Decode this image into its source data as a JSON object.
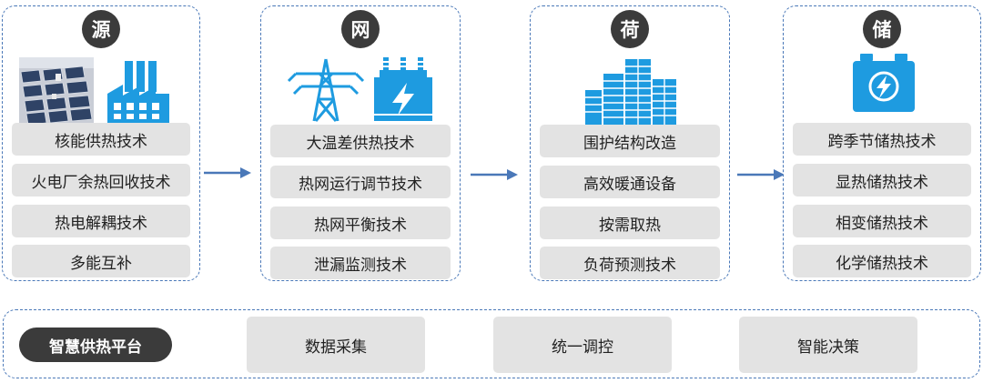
{
  "colors": {
    "accent_blue": "#4a78b8",
    "icon_blue": "#1e9be0",
    "badge_dark": "#3b3b3b",
    "box_gray": "#e3e3e3"
  },
  "stages": [
    {
      "badge": "源",
      "icons": [
        "solar-panel-field-icon",
        "factory-icon"
      ],
      "items": [
        "核能供热技术",
        "火电厂余热回收技术",
        "热电解耦技术",
        "多能互补"
      ]
    },
    {
      "badge": "网",
      "icons": [
        "power-tower-icon",
        "transformer-icon"
      ],
      "items": [
        "大温差供热技术",
        "热网运行调节技术",
        "热网平衡技术",
        "泄漏监测技术"
      ]
    },
    {
      "badge": "荷",
      "icons": [
        "city-buildings-icon"
      ],
      "items": [
        "围护结构改造",
        "高效暖通设备",
        "按需取热",
        "负荷预测技术"
      ]
    },
    {
      "badge": "储",
      "icons": [
        "battery-storage-icon"
      ],
      "items": [
        "跨季节储热技术",
        "显热储热技术",
        "相变储热技术",
        "化学储热技术"
      ]
    }
  ],
  "platform": {
    "title": "智慧供热平台",
    "features": [
      "数据采集",
      "统一调控",
      "智能决策"
    ]
  }
}
